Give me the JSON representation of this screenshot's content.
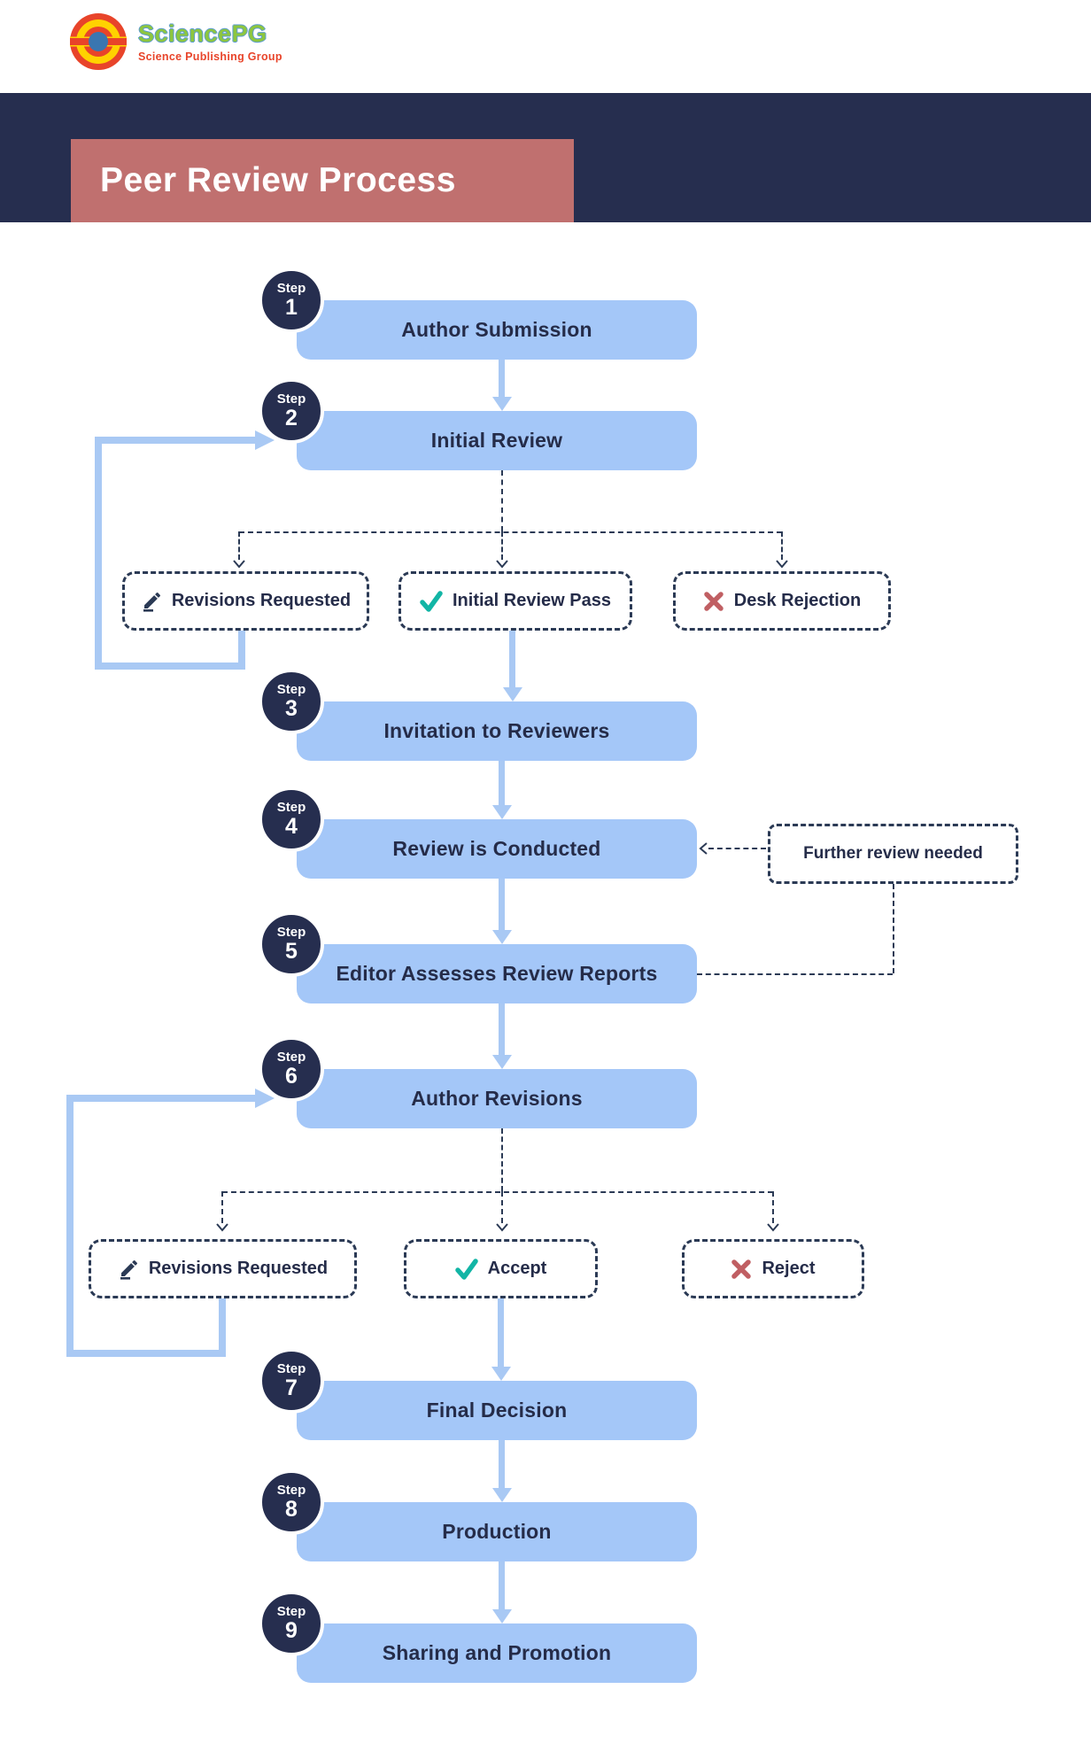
{
  "theme": {
    "navy": "#262e4f",
    "rose": "#c0706f",
    "box-blue": "#a4c7f8",
    "arrow-blue": "#a9c9f4",
    "text-navy": "#252c49",
    "dash-navy": "#2b3a55",
    "teal": "#12b5a5",
    "reject-red": "#c05f63",
    "logo-green": "#8dc63f",
    "logo-red": "#e8442a"
  },
  "header": {
    "logo": {
      "title": "SciencePG",
      "subtitle": "Science Publishing Group"
    },
    "banner_title": "Peer Review Process"
  },
  "flow": {
    "step_word": "Step",
    "steps": [
      {
        "number": "1",
        "title": "Author Submission"
      },
      {
        "number": "2",
        "title": "Initial Review"
      },
      {
        "number": "3",
        "title": "Invitation to Reviewers"
      },
      {
        "number": "4",
        "title": "Review is Conducted"
      },
      {
        "number": "5",
        "title": "Editor Assesses Review Reports"
      },
      {
        "number": "6",
        "title": "Author Revisions"
      },
      {
        "number": "7",
        "title": "Final Decision"
      },
      {
        "number": "8",
        "title": "Production"
      },
      {
        "number": "9",
        "title": "Sharing and Promotion"
      }
    ],
    "outcomes_initial_review": [
      {
        "icon": "pencil-icon",
        "label": "Revisions Requested"
      },
      {
        "icon": "check-icon",
        "label": "Initial Review Pass"
      },
      {
        "icon": "x-icon",
        "label": "Desk Rejection"
      }
    ],
    "outcomes_final": [
      {
        "icon": "pencil-icon",
        "label": "Revisions Requested"
      },
      {
        "icon": "check-icon",
        "label": "Accept"
      },
      {
        "icon": "x-icon",
        "label": "Reject"
      }
    ],
    "annotation_further_review": "Further review needed"
  }
}
